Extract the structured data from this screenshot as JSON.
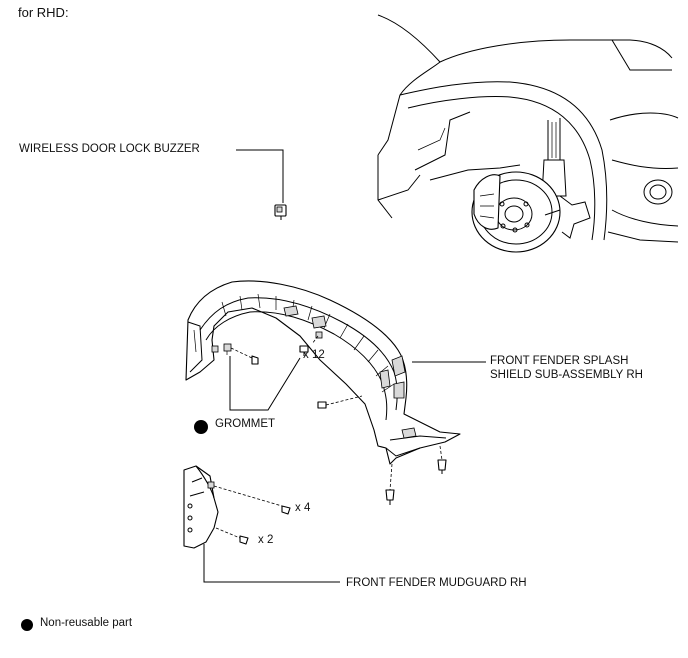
{
  "header": {
    "title": "for RHD:"
  },
  "labels": {
    "buzzer": "WIRELESS DOOR LOCK BUZZER",
    "splash_line1": "FRONT FENDER SPLASH",
    "splash_line2": "SHIELD SUB-ASSEMBLY RH",
    "grommet": "GROMMET",
    "mudguard": "FRONT FENDER MUDGUARD RH",
    "qty_12": "x 12",
    "qty_4": "x 4",
    "qty_2": "x 2"
  },
  "legend": {
    "non_reusable": "Non-reusable part"
  }
}
